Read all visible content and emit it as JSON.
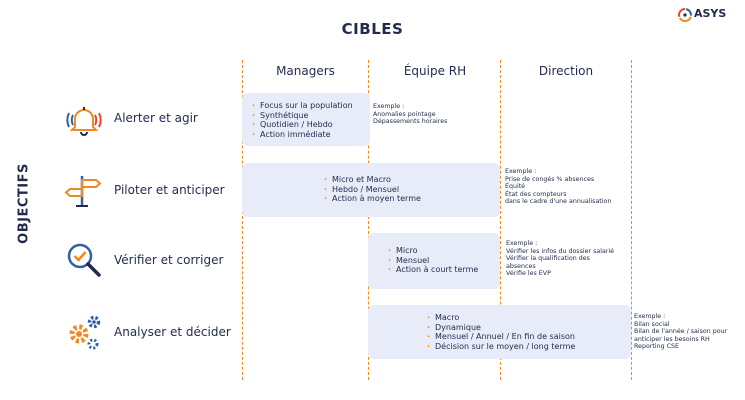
{
  "title": "CIBLES",
  "logo": {
    "text": "ASYS"
  },
  "side_label": "OBJECTIFS",
  "columns": [
    "Managers",
    "Équipe RH",
    "Direction"
  ],
  "rows": [
    {
      "label": "Alerter et agir",
      "icon": "alarm-bell-icon",
      "items": [
        "Focus sur la population",
        "Synthétique",
        "Quotidien / Hebdo",
        "Action immédiate"
      ],
      "example": [
        "Exemple :",
        "Anomalies pointage",
        "Dépassements horaires"
      ]
    },
    {
      "label": "Piloter et anticiper",
      "icon": "signpost-icon",
      "items": [
        "Micro et Macro",
        "Hebdo / Mensuel",
        "Action à moyen terme"
      ],
      "example": [
        "Exemple :",
        "Prise de congés % absences",
        "Équité",
        "État des compteurs",
        "dans le cadre d'une annualisation"
      ]
    },
    {
      "label": "Vérifier et corriger",
      "icon": "magnifier-check-icon",
      "items": [
        "Micro",
        "Mensuel",
        "Action à court terme"
      ],
      "example": [
        "Exemple :",
        "Vérifier les infos du dossier salarié",
        "Vérifier la qualification des",
        "absences",
        "Vérifie les EVP"
      ]
    },
    {
      "label": "Analyser et décider",
      "icon": "gears-icon",
      "items": [
        "Macro",
        "Dynamique",
        "Mensuel / Annuel / En fin de saison",
        "Décision sur le moyen / long terme"
      ],
      "example": [
        "Exemple :",
        "Bilan social",
        "Bilan de l'année / saison pour",
        "anticiper les besoins RH",
        "Reporting CSE"
      ]
    }
  ],
  "colors": {
    "navy": "#1f2a4d",
    "orange": "#f08a1c",
    "box": "#e8ecf8",
    "blue": "#2f5fa8"
  }
}
